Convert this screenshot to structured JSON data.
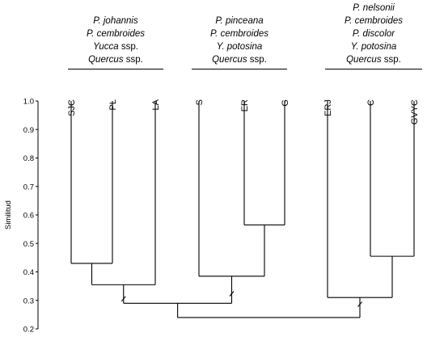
{
  "groups": [
    {
      "lines": [
        {
          "genus": "P.",
          "epithet": "johannis",
          "rest": ""
        },
        {
          "genus": "P.",
          "epithet": "cembroides",
          "rest": ""
        },
        {
          "genus": "",
          "epithet": "Yucca",
          "rest": " ssp."
        },
        {
          "genus": "",
          "epithet": "Quercus",
          "rest": " ssp."
        }
      ]
    },
    {
      "lines": [
        {
          "genus": "P.",
          "epithet": "pinceana",
          "rest": ""
        },
        {
          "genus": "P.",
          "epithet": "cembroides",
          "rest": ""
        },
        {
          "genus": "Y.",
          "epithet": "potosina",
          "rest": ""
        },
        {
          "genus": "",
          "epithet": "Quercus",
          "rest": " ssp."
        }
      ]
    },
    {
      "lines": [
        {
          "genus": "P.",
          "epithet": "nelsonii",
          "rest": ""
        },
        {
          "genus": "P.",
          "epithet": "cembroides",
          "rest": ""
        },
        {
          "genus": "P.",
          "epithet": "discolor",
          "rest": ""
        },
        {
          "genus": "Y.",
          "epithet": "potosina",
          "rest": ""
        },
        {
          "genus": "",
          "epithet": "Quercus",
          "rest": " ssp."
        }
      ]
    }
  ],
  "axis": {
    "label": "Similitud",
    "ticks": [
      "1.0",
      "0.9",
      "0.8",
      "0.7",
      "0.6",
      "0.5",
      "0.4",
      "0.3",
      "0.2"
    ],
    "range": [
      0.2,
      1.0
    ]
  },
  "dendrogram": {
    "leaves": [
      "SJC",
      "PL",
      "LA",
      "S",
      "ER",
      "G",
      "ERJ",
      "C",
      "GVYC"
    ],
    "merges": [
      {
        "a": "SJC",
        "b": "PL",
        "similarity": 0.43
      },
      {
        "a": "SJC+PL",
        "b": "LA",
        "similarity": 0.355
      },
      {
        "a": "ER",
        "b": "G",
        "similarity": 0.565
      },
      {
        "a": "S",
        "b": "ER+G",
        "similarity": 0.385
      },
      {
        "a": "C",
        "b": "GVYC",
        "similarity": 0.455
      },
      {
        "a": "ERJ",
        "b": "C+GVYC",
        "similarity": 0.31
      },
      {
        "a": "group1",
        "b": "group2",
        "similarity": 0.29
      },
      {
        "a": "group1+group2",
        "b": "group3",
        "similarity": 0.24
      }
    ]
  }
}
